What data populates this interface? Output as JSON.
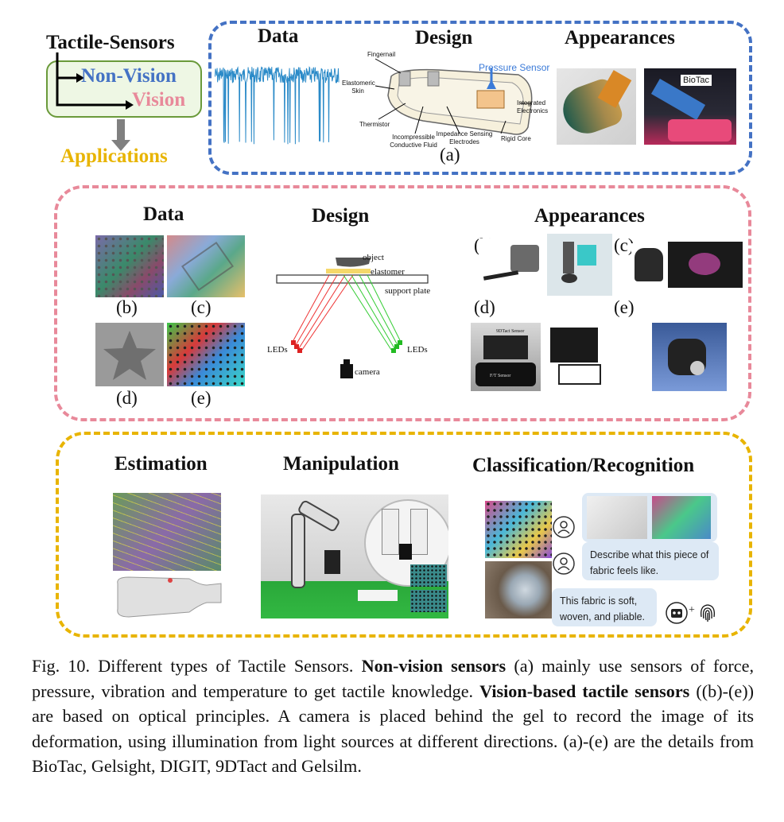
{
  "top_left": {
    "title": "Tactile-Sensors",
    "non_vision": "Non-Vision",
    "vision": "Vision",
    "applications": "Applications"
  },
  "colors": {
    "blue": "#4472c4",
    "pink": "#e8899a",
    "gold": "#e8b400",
    "green_box": "#6a9a3a"
  },
  "nonvision": {
    "data_title": "Data",
    "design_title": "Design",
    "appearances_title": "Appearances",
    "design_labels": {
      "fingernail": "Fingernail",
      "pressure_sensor": "Pressure Sensor",
      "elastomeric_skin": "Elastomeric Skin",
      "integrated_electronics": "Integrated Electronics",
      "thermistor": "Thermistor",
      "incompressible_fluid": "Incompressible Conductive Fluid",
      "impedance_electrodes": "Impedance Sensing Electrodes",
      "rigid_core": "Rigid Core"
    },
    "panel_label": "(a)",
    "biotac_label": "BioTac"
  },
  "vision": {
    "data_title": "Data",
    "design_title": "Design",
    "appearances_title": "Appearances",
    "data_labels": [
      "(b)",
      "(c)",
      "(d)",
      "(e)"
    ],
    "design_labels": {
      "object": "object",
      "elastomer": "elastomer",
      "support_plate": "support plate",
      "leds_left": "LEDs",
      "leds_right": "LEDs",
      "camera": "camera"
    },
    "appearance_labels": [
      "(b)",
      "(c)",
      "(d)",
      "(e)"
    ],
    "sensor_texts": [
      "9DTact Sensor",
      "F/T Sensor"
    ]
  },
  "applications": {
    "estimation_title": "Estimation",
    "manipulation_title": "Manipulation",
    "classification_title": "Classification/Recognition",
    "chat_question": "Describe what this piece of fabric feels like.",
    "chat_answer": "This fabric is soft, woven, and pliable.",
    "plus": "+"
  },
  "caption": {
    "fig": "Fig. 10.",
    "text1": " Different types of Tactile Sensors. ",
    "bold1": "Non-vision sensors",
    "text2": " (a) mainly use sensors of force, pressure, vibration and temperature to get tactile knowledge. ",
    "bold2": "Vision-based tactile sensors",
    "text3": " ((b)-(e)) are based on optical principles. A camera is placed behind the gel to record the image of its deformation, using illumination from light sources at different directions. (a)-(e) are the details from BioTac, Gelsight, DIGIT, 9DTact and Gelsilm."
  }
}
